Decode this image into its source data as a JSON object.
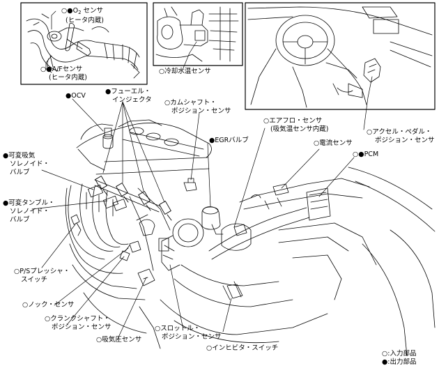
{
  "labels": {
    "o2_sensor": {
      "line1": "○●O",
      "sub": "2",
      "line1_tail": " センサ",
      "line2": "(ヒータ内蔵)"
    },
    "af_sensor": {
      "line1": "○●A/Fセンサ",
      "line2": "(ヒータ内蔵)"
    },
    "coolant_sensor": {
      "line1": "○冷却水温センサ"
    },
    "accel_sensor": {
      "line1": "○アクセル・ペダル・",
      "line2": "ポジション・センサ"
    },
    "ocv": {
      "line1": "●OCV"
    },
    "fuel_injector": {
      "line1": "●フューエル・",
      "line2": "インジェクタ"
    },
    "camshaft_sensor": {
      "line1": "○カムシャフト・",
      "line2": "ポジション・センサ"
    },
    "airflow_sensor": {
      "line1": "○エアフロ・センサ",
      "line2": "(吸気温センサ内蔵)"
    },
    "egr_valve": {
      "line1": "●EGRバルブ"
    },
    "current_sensor": {
      "line1": "○電流センサ"
    },
    "pcm": {
      "line1": "○●PCM"
    },
    "variable_intake": {
      "line1": "●可変吸気",
      "line2": "ソレノイド・",
      "line3": "バルブ"
    },
    "variable_tumble": {
      "line1": "●可変タンブル・",
      "line2": "ソレノイド・",
      "line3": "バルブ"
    },
    "ps_pressure": {
      "line1": "○P/Sプレッシャ・",
      "line2": "スイッチ"
    },
    "knock_sensor": {
      "line1": "○ノック・センサ"
    },
    "crankshaft_sensor": {
      "line1": "○クランクシャフト・",
      "line2": "ポジション・センサ"
    },
    "map_sensor": {
      "line1": "○吸気圧センサ"
    },
    "throttle_sensor": {
      "line1": "○スロットル・",
      "line2": "ポジション・センサ"
    },
    "inhibitor_switch": {
      "line1": "○インヒビタ・スイッチ"
    }
  },
  "legend": {
    "input": "○:入力部品",
    "output": "●:出力部品"
  },
  "colors": {
    "line": "#000000",
    "background": "#ffffff"
  }
}
